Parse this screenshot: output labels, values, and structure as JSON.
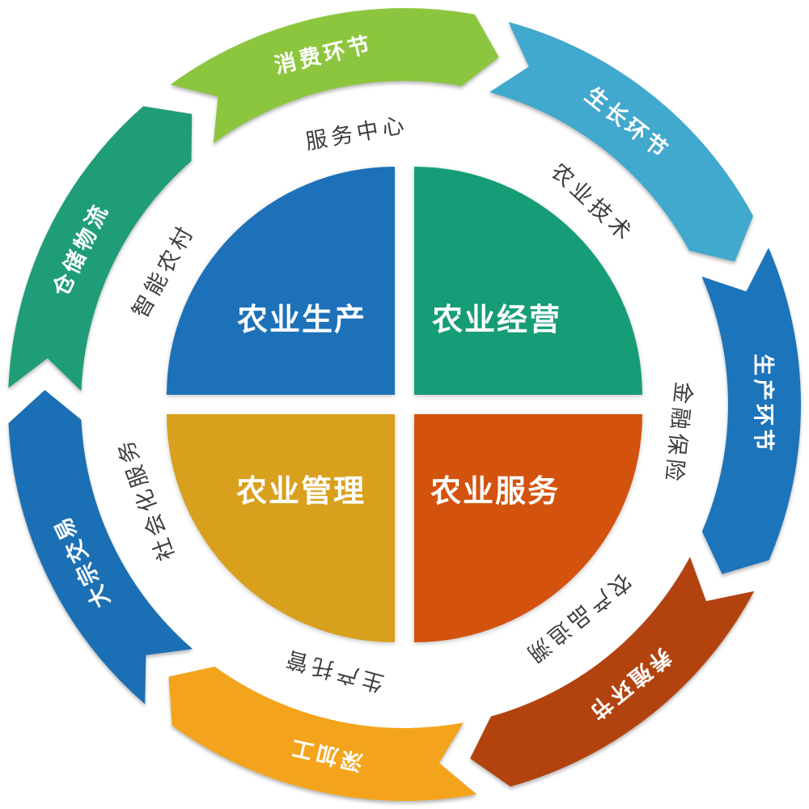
{
  "diagram": {
    "type": "circular-platform-diagram",
    "background": "#ffffff",
    "quadrant_label_color": "#ffffff",
    "center_quadrants": [
      {
        "label": "农业生产",
        "color": "#1d71b8",
        "position": "top-left"
      },
      {
        "label": "农业经营",
        "color": "#169d78",
        "position": "top-right"
      },
      {
        "label": "农业管理",
        "color": "#d8a01d",
        "position": "bottom-left"
      },
      {
        "label": "农业服务",
        "color": "#d3520e",
        "position": "bottom-right"
      }
    ],
    "inner_ring": {
      "text_color": "#3d3d3d",
      "labels": [
        {
          "label": "服务中心",
          "angle_deg": -10
        },
        {
          "label": "农业技术",
          "angle_deg": 43
        },
        {
          "label": "金融保险",
          "angle_deg": 96
        },
        {
          "label": "农产品追溯",
          "angle_deg": 141
        },
        {
          "label": "生产托管",
          "angle_deg": 195
        },
        {
          "label": "社会化服务",
          "angle_deg": 250
        },
        {
          "label": "智能农村",
          "angle_deg": 299
        }
      ]
    },
    "outer_ring": {
      "text_color": "#ffffff",
      "segments": [
        {
          "label": "消费环节",
          "color": "#8cc63e",
          "angle_deg": -13
        },
        {
          "label": "生长环节",
          "color": "#41a8ce",
          "angle_deg": 38.4
        },
        {
          "label": "生产环节",
          "color": "#1c74bb",
          "angle_deg": 89.9
        },
        {
          "label": "养殖环节",
          "color": "#b2430f",
          "angle_deg": 141.3
        },
        {
          "label": "深加工",
          "color": "#f4a41c",
          "angle_deg": 192.7
        },
        {
          "label": "大宗交易",
          "color": "#1b6fb4",
          "angle_deg": 244.1
        },
        {
          "label": "仓储物流",
          "color": "#1f9d78",
          "angle_deg": 295.6
        }
      ]
    }
  }
}
